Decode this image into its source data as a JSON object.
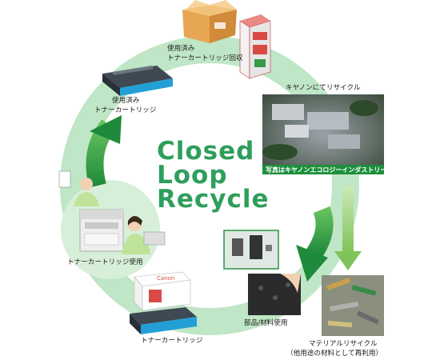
{
  "title": {
    "line1": "Closed",
    "line2": "Loop",
    "line3": "Recycle"
  },
  "labels": {
    "collection": [
      "使用済み",
      "トナーカートリッジ回収"
    ],
    "used_cartridge": [
      "使用済み",
      "トナーカートリッジ"
    ],
    "canon_recycle": "キヤノンにてリサイクル",
    "photo_caption": "写真はキヤノンエコロジーインダストリー",
    "cartridge_use": "トナーカートリッジ使用",
    "parts_material": "部品/材料使用",
    "toner_cartridge": "トナーカートリッジ",
    "material_recycle": [
      "マテリアルリサイクル",
      "（他用途の材料として再利用）"
    ]
  },
  "brand": {
    "canon": "Canon"
  },
  "colors": {
    "loop": "#a8dcb5",
    "arrow": "#2fa24e",
    "title": "#2e9e5c",
    "photo_caption_bg": "#1d8f3d"
  },
  "icons": [
    "cardboard-box-icon",
    "collection-box-icon",
    "printer-icon",
    "user-icon",
    "cartridge-icon",
    "factory-photo",
    "parts-photo",
    "material-photo"
  ]
}
